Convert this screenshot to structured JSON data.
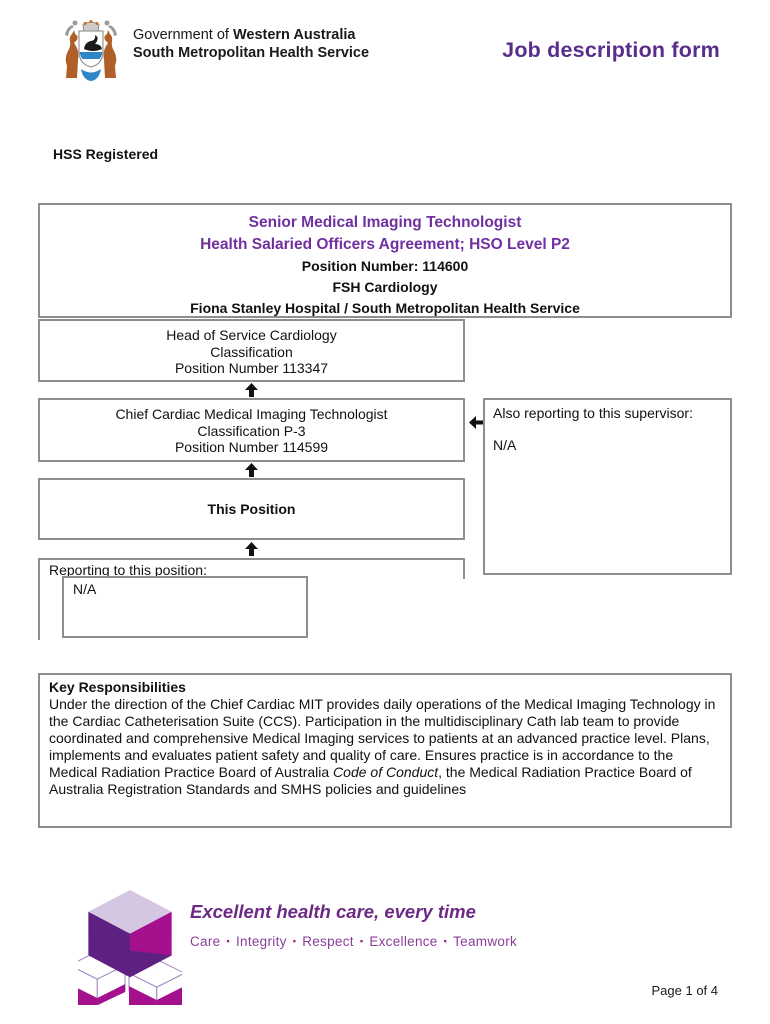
{
  "header": {
    "government_prefix": "Government of",
    "government_bold": "Western Australia",
    "service_name": "South Metropolitan Health Service",
    "form_title": "Job description form",
    "logo_icon": "wa-coat-of-arms",
    "form_title_color": "#5b2d8a"
  },
  "registered_label": "HSS Registered",
  "position_summary": {
    "title": "Senior Medical Imaging Technologist",
    "agreement": "Health Salaried Officers Agreement; HSO Level P2",
    "position_number": "Position Number: 114600",
    "department": "FSH Cardiology",
    "site": "Fiona Stanley Hospital / South Metropolitan Health Service",
    "accent_color": "#7030a0"
  },
  "org_chart": {
    "level2_supervisor": {
      "line1": "Head of Service Cardiology",
      "line2": "Classification",
      "line3": "Position Number 113347"
    },
    "level1_supervisor": {
      "line1": "Chief Cardiac Medical Imaging Technologist",
      "line2": "Classification P-3",
      "line3": "Position Number 114599"
    },
    "this_position_label": "This Position",
    "also_reporting": {
      "label": "Also reporting to this supervisor:",
      "value": "N/A"
    },
    "reporting_to_position": {
      "label": "Reporting to this position:",
      "value": "N/A"
    },
    "up_arrow_icon": "up-arrow",
    "left_arrow_icon": "left-arrow",
    "box_border_color": "#8e8e8e"
  },
  "key_responsibilities": {
    "heading": "Key Responsibilities",
    "body_before_italic": "Under the direction of the Chief Cardiac MIT provides daily operations of the Medical Imaging Technology in the Cardiac Catheterisation Suite (CCS). Participation in the multidisciplinary Cath lab team to provide coordinated and comprehensive Medical Imaging services to patients at an advanced practice level. Plans, implements and evaluates patient safety and quality of care. Ensures practice is in accordance to the Medical Radiation Practice Board of Australia ",
    "body_italic": "Code of Conduct",
    "body_after_italic": ", the Medical Radiation Practice Board of Australia Registration Standards and SMHS policies and guidelines"
  },
  "footer": {
    "tagline": "Excellent health care, every time",
    "values": [
      "Care",
      "Integrity",
      "Respect",
      "Excellence",
      "Teamwork"
    ],
    "bullet": "▪",
    "logo_icon": "smhs-cubes",
    "tagline_color": "#6d2a85",
    "values_color": "#8a3f98",
    "bullet_color": "#a2128b"
  },
  "page_footer": {
    "page_label": "Page 1 of 4"
  }
}
